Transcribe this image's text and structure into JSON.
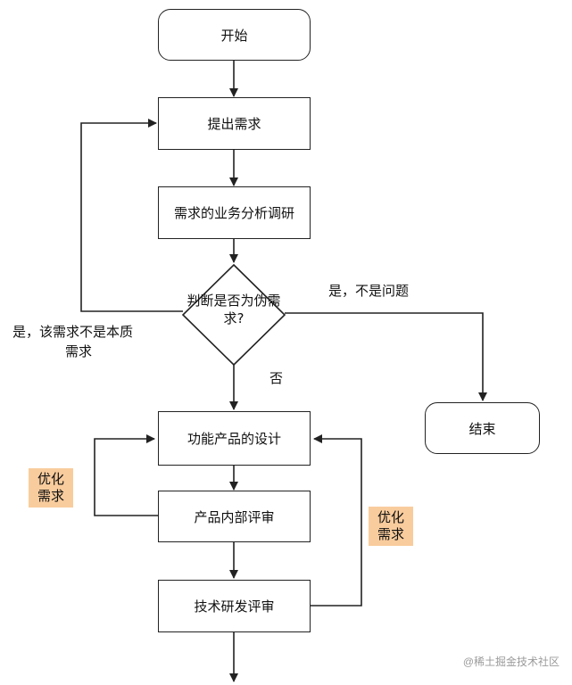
{
  "colors": {
    "tag_background": "#f9cc9d",
    "line": "#222222",
    "watermark": "#9a9a9a"
  },
  "nodes": {
    "start": "开始",
    "propose": "提出需求",
    "research": "需求的业务分析调研",
    "decision": "判断是否为伪需求?",
    "end": "结束",
    "design": "功能产品的设计",
    "internal_review": "产品内部评审",
    "tech_review": "技术研发评审"
  },
  "edge_labels": {
    "yes_not_essential_line1": "是，该需求不是本质",
    "yes_not_essential_line2": "需求",
    "yes_not_problem": "是，不是问题",
    "no": "否"
  },
  "tags": {
    "left": "优化需求",
    "right": "优化需求"
  },
  "watermark": "@稀土掘金技术社区"
}
